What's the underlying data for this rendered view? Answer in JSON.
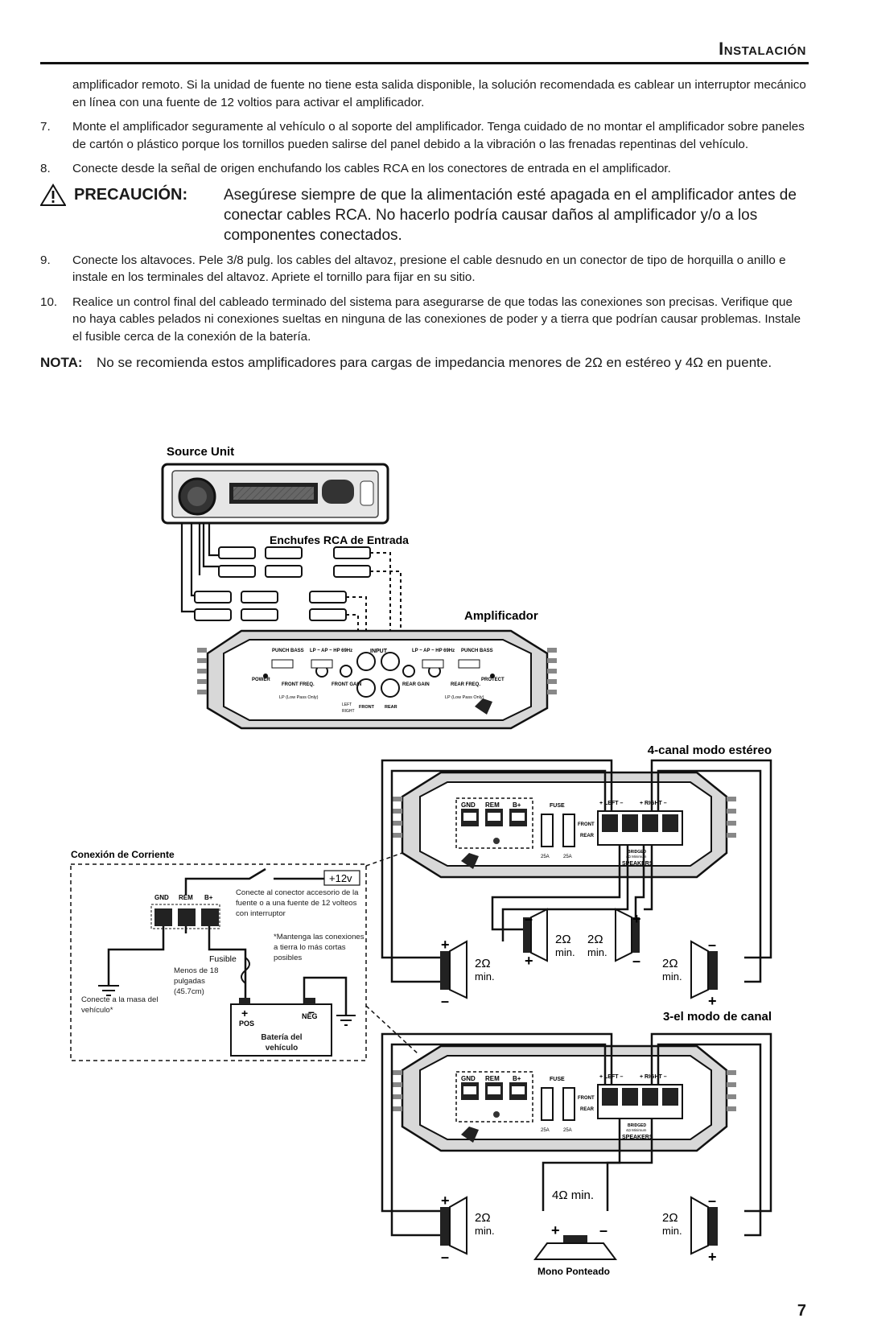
{
  "header": {
    "title": "Instalación"
  },
  "paragraphs": {
    "cont": "amplificador remoto. Si la unidad de fuente no tiene esta salida disponible, la solución recomendada es cablear un interruptor mecánico en línea con una fuente de 12 voltios para activar el amplificador.",
    "item7_num": "7.",
    "item7": "Monte el amplificador seguramente al vehículo o al soporte del amplificador. Tenga cuidado de no montar el amplificador sobre paneles de cartón o plástico porque los tornillos pueden salirse del panel debido a la vibración o las frenadas repentinas del vehículo.",
    "item8_num": "8.",
    "item8": "Conecte desde la señal de origen enchufando los cables RCA en los conectores de entrada en el amplificador.",
    "caution_label": "PRECAUCIÓN:",
    "caution_text": "Asegúrese siempre de que la alimentación esté apagada en el amplificador antes de conectar cables RCA. No hacerlo podría causar daños al amplificador y/o a los componentes conectados.",
    "item9_num": "9.",
    "item9": "Conecte los altavoces. Pele 3/8 pulg. los cables del altavoz, presione el cable desnudo en un conector de tipo de horquilla o anillo e instale en los terminales del altavoz. Apriete el tornillo para fijar en su sitio.",
    "item10_num": "10.",
    "item10": "Realice un control final del cableado terminado del sistema para asegurarse de que todas las conexiones son precisas. Verifique que no haya cables pelados ni conexiones sueltas en ninguna de las conexiones de poder y a tierra que podrían causar problemas. Instale el fusible cerca de la conexión de la batería.",
    "note_label": "NOTA:",
    "note_text": "No se recomienda estos amplificadores para cargas de impedancia menores de 2Ω en estéreo y 4Ω en puente."
  },
  "diagram": {
    "source_unit": "Source Unit",
    "rca_label": "Enchufes RCA de Entrada",
    "amp_label": "Amplificador",
    "amp_input": "INPUT",
    "amp_punch": "PUNCH BASS",
    "amp_lp": "LP ~ AP ~ HP 69Hz",
    "amp_front_freq": "FRONT FREQ.",
    "amp_front_gain": "FRONT GAIN",
    "amp_rear_freq": "REAR FREQ.",
    "amp_rear_gain": "REAR GAIN",
    "amp_power": "POWER",
    "amp_protect": "PROTECT",
    "amp_left": "LEFT",
    "amp_right": "RIGHT",
    "amp_front": "FRONT",
    "amp_rear": "REAR",
    "amp_lp_only": "LP (Low Pass Only)",
    "stereo_title": "4-canal modo estéreo",
    "three_title": "3-el modo de canal",
    "power_title": "Conexión de Corriente",
    "plus12v": "+12v",
    "gnd": "GND",
    "rem": "REM",
    "bplus": "B+",
    "fuse": "FUSE",
    "left_term": "+ LEFT –",
    "right_term": "+ RIGHT –",
    "front_t": "FRONT",
    "rear_t": "REAR",
    "fuse_a": "25A",
    "bridged": "BRIDGED",
    "bridged_min": "4Ω Minimum",
    "speakers": "SPEAKERS",
    "connect_accessory": "Conecte al conector accesorio de la fuente o a una fuente de 12 volteos con interruptor",
    "keep_short": "*Mantenga las conexiones a tierra lo más cortas posibles",
    "fusible": "Fusible",
    "less_than": "Menos de 18 pulgadas (45.7cm)",
    "ground_chassis": "Conecte a la masa del vehículo*",
    "pos": "POS",
    "neg": "NEG",
    "battery": "Batería del vehículo",
    "two_ohm": "2Ω",
    "min": "min.",
    "four_ohm_min": "4Ω min.",
    "mono_bridged": "Mono Ponteado"
  },
  "page_number": "7"
}
